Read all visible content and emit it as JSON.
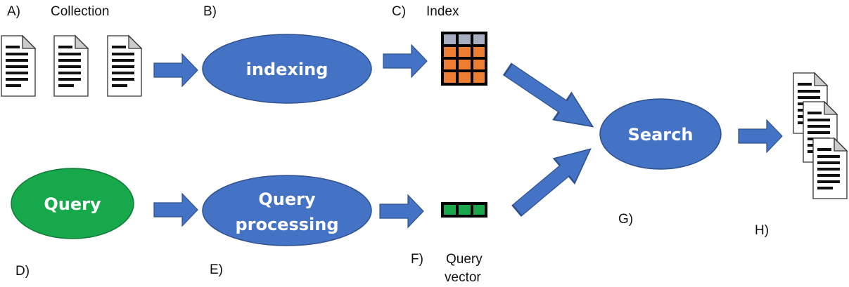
{
  "labels": {
    "a": "A)",
    "collection": "Collection",
    "b": "B)",
    "c": "C)",
    "index": "Index",
    "d": "D)",
    "e": "E)",
    "f": "F)",
    "query_vector_line1": "Query",
    "query_vector_line2": "vector",
    "g": "G)",
    "h": "H)"
  },
  "nodes": {
    "indexing": "indexing",
    "query": "Query",
    "query_processing_line1": "Query",
    "query_processing_line2": "processing",
    "search": "Search"
  },
  "colors": {
    "process_blue": "#4472c4",
    "query_green": "#16a84a",
    "index_header": "#a5aec1",
    "index_cell": "#ed7d31",
    "vector_cell": "#1aa64b",
    "arrow_blue": "#4472c4"
  },
  "icons": {
    "document": "document-icon",
    "index_grid": "index-grid-icon",
    "query_vector": "query-vector-icon",
    "arrow": "arrow-right-icon"
  }
}
